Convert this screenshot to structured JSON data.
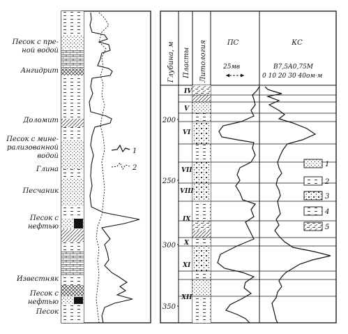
{
  "left_panel": {
    "labels": [
      "Песок с пре-",
      "ной водой",
      "Ангидрит",
      "Доломит",
      "Песок с мине-",
      "рализованной",
      "водой",
      "Глина",
      "Песчаник",
      "Песок с",
      "нефтью",
      "Известняк",
      "Песок с",
      "нефтью",
      "Песок"
    ],
    "curve_legend": [
      "1",
      "2"
    ]
  },
  "right_panel": {
    "headers": {
      "depth": "Глубина, м",
      "layers": "Пласты",
      "lithology": "Литология",
      "sp": "ПС",
      "sp_scale": "25мв",
      "res": "КС",
      "res_probe": "В7,5А0,75М",
      "res_scale": "0 10 20 30 40ом·м"
    },
    "depth_ticks": [
      "200",
      "250",
      "300",
      "350"
    ],
    "layers": [
      "IV",
      "V",
      "VI",
      "VII",
      "VIII",
      "IX",
      "X",
      "XI",
      "XII"
    ],
    "legend": [
      "1",
      "2",
      "3",
      "4",
      "5"
    ]
  }
}
